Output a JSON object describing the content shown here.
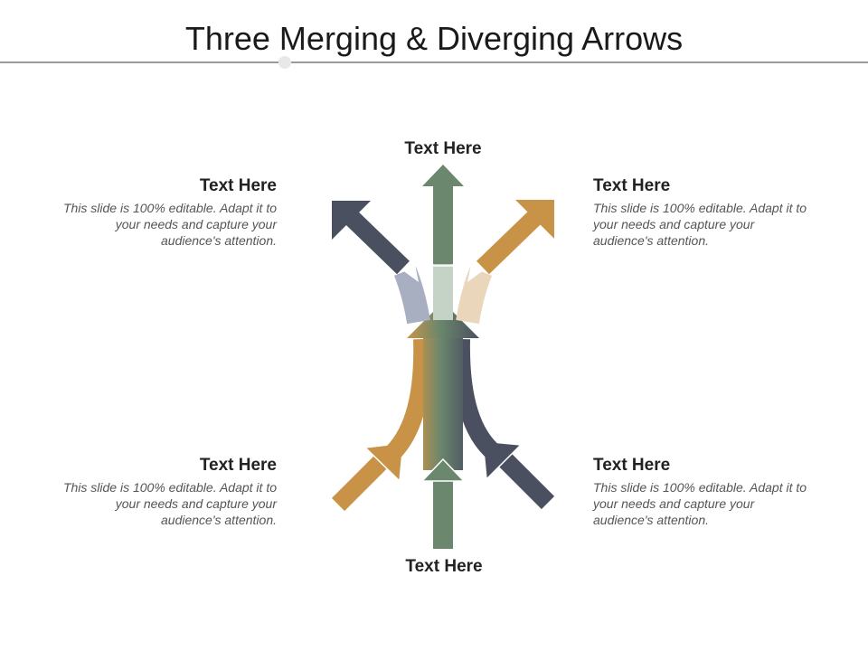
{
  "title": "Three Merging & Diverging Arrows",
  "labels": {
    "top": "Text Here",
    "bottom": "Text Here"
  },
  "blocks": {
    "top_left": {
      "heading": "Text Here",
      "body": "This slide is 100% editable. Adapt it to your needs and capture your audience's attention."
    },
    "top_right": {
      "heading": "Text Here",
      "body": "This slide is 100% editable. Adapt it to your needs and capture your audience's attention."
    },
    "bottom_left": {
      "heading": "Text Here",
      "body": "This slide is 100% editable. Adapt it to your needs and capture your audience's attention."
    },
    "bottom_right": {
      "heading": "Text Here",
      "body": "This slide is 100% editable. Adapt it to your needs and capture your audience's attention."
    }
  },
  "colors": {
    "navy": "#4a5060",
    "green": "#6b876d",
    "orange": "#c99347",
    "navy_light": "#a8afc0",
    "green_light": "#c4d3c6",
    "orange_light": "#ead7bb"
  }
}
